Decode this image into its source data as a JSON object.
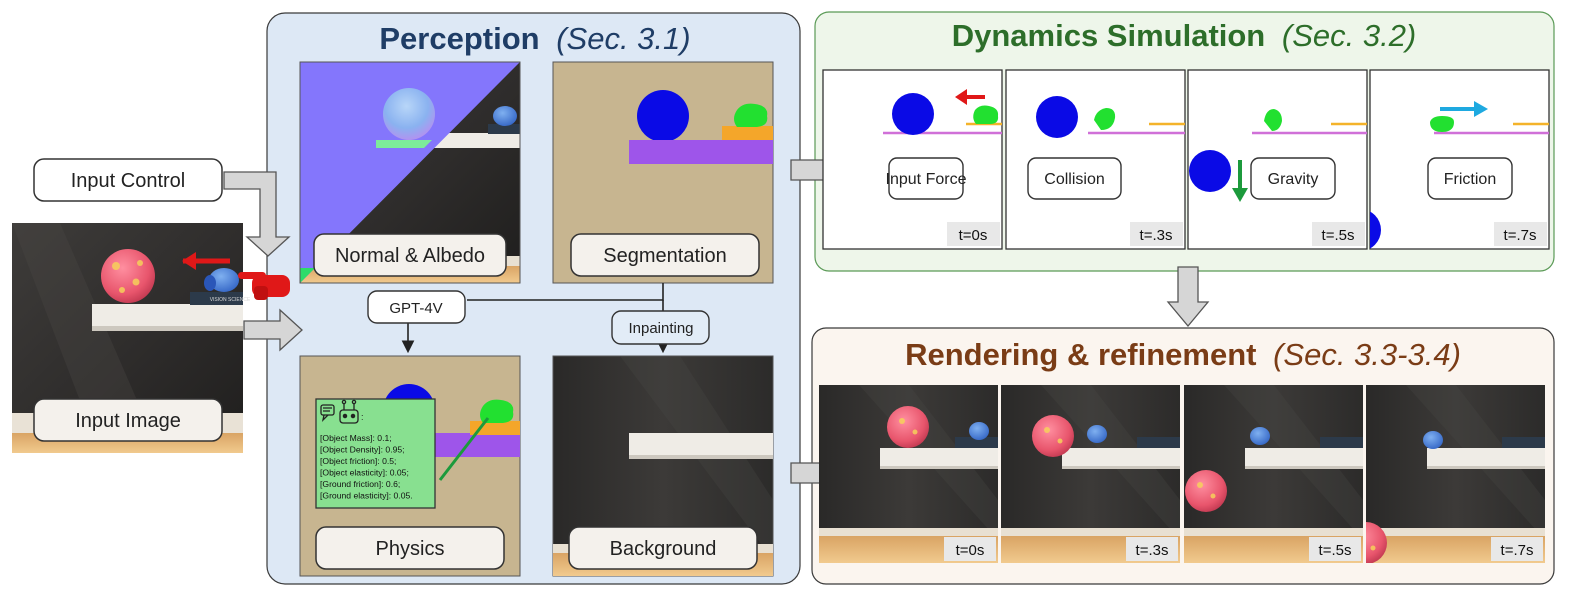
{
  "input": {
    "control_label": "Input Control",
    "image_label": "Input Image"
  },
  "perception": {
    "title": "Perception",
    "sec": "(Sec. 3.1)",
    "normal_label": "Normal & Albedo",
    "seg_label": "Segmentation",
    "gpt_label": "GPT-4V",
    "inpaint_label": "Inpainting",
    "physics_label": "Physics",
    "background_label": "Background",
    "physics_params": [
      "[Object Mass]: 0.1;",
      "[Object Density]: 0.95;",
      "[Object friction]: 0.5;",
      "[Object elasticity]: 0.05;",
      "[Ground friction]: 0.6;",
      "[Ground elasticity]: 0.05."
    ],
    "book_label": "VISION SCIENCE"
  },
  "dynamics": {
    "title": "Dynamics Simulation",
    "sec": "(Sec. 3.2)",
    "frames": [
      {
        "label": "Input Force",
        "time": "t=0s"
      },
      {
        "label": "Collision",
        "time": "t=.3s"
      },
      {
        "label": "Gravity",
        "time": "t=.5s"
      },
      {
        "label": "Friction",
        "time": "t=.7s"
      }
    ]
  },
  "rendering": {
    "title": "Rendering & refinement",
    "sec": "(Sec. 3.3-3.4)",
    "times": [
      "t=0s",
      "t=.3s",
      "t=.5s",
      "t=.7s"
    ]
  },
  "colors": {
    "perception_bg": "#dde8f5",
    "dynamics_bg": "#eef6ea",
    "rendering_bg": "#fbf5ef",
    "perception_title": "#1f3d66",
    "dynamics_title": "#2d6e2a",
    "rendering_title": "#7a3c16",
    "object_blue": "#0a0ae6",
    "object_green": "#22e030",
    "force_red": "#e01818",
    "gravity_green": "#1c9a3c",
    "friction_cyan": "#1ea9e0"
  }
}
